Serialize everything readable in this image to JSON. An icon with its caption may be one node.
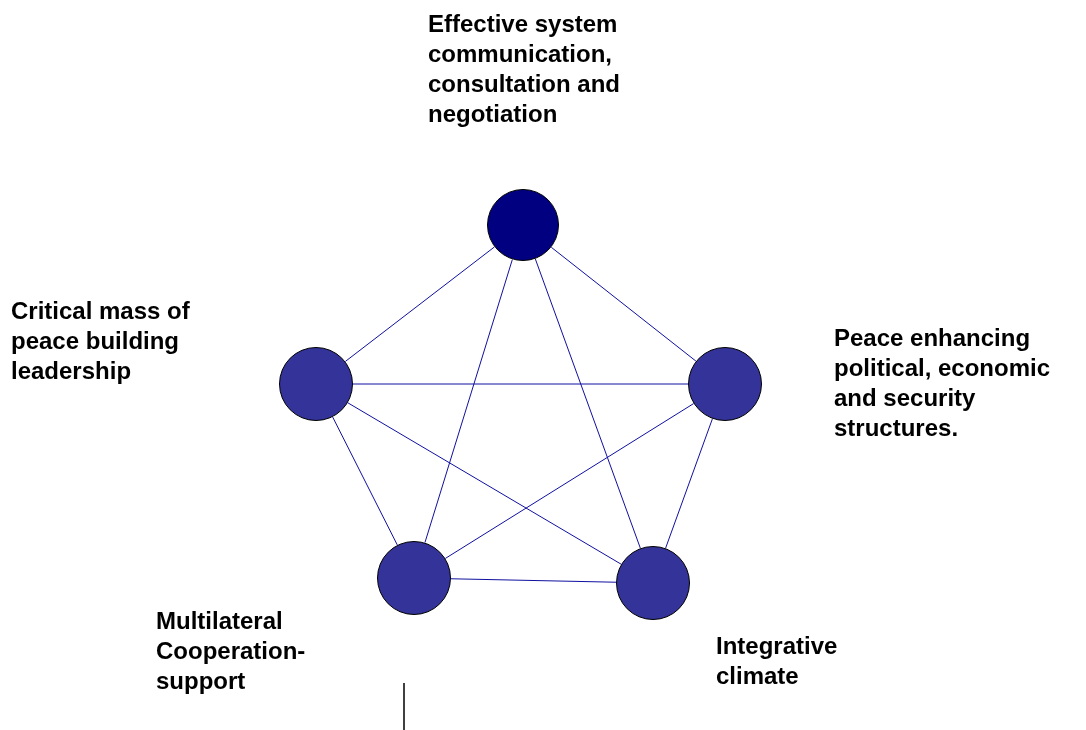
{
  "diagram": {
    "nodes": [
      {
        "text": [
          "Effective system communication, consultation and negotiation"
        ]
      },
      {
        "text": [
          "Critical mass of peace building leadership"
        ]
      },
      {
        "text": [
          "Peace enhancing political, economic and security structures."
        ]
      },
      {
        "text": [
          "Multilateral Cooperation-support"
        ]
      },
      {
        "text": [
          "Integrative climate"
        ]
      }
    ],
    "edges": [
      {
        "from": 0,
        "to": 1,
        "arrow": "none"
      },
      {
        "from": 0,
        "to": 2,
        "arrow": "none"
      },
      {
        "from": 0,
        "to": 3,
        "arrow": "none"
      },
      {
        "from": 0,
        "to": 4,
        "arrow": "none"
      },
      {
        "from": 1,
        "to": 2,
        "arrow": "none"
      },
      {
        "from": 1,
        "to": 3,
        "arrow": "none"
      },
      {
        "from": 1,
        "to": 4,
        "arrow": "none"
      },
      {
        "from": 2,
        "to": 3,
        "arrow": "none"
      },
      {
        "from": 2,
        "to": 4,
        "arrow": "none"
      },
      {
        "from": 3,
        "to": 4,
        "arrow": "none"
      }
    ]
  }
}
